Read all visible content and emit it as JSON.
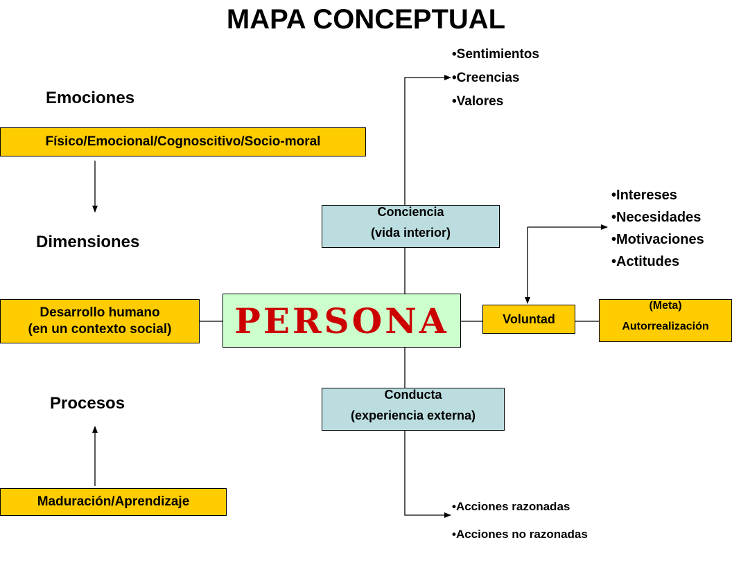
{
  "title": "MAPA CONCEPTUAL",
  "labels": {
    "emociones": "Emociones",
    "dimensiones": "Dimensiones",
    "procesos": "Procesos"
  },
  "boxes": {
    "fisico": "Físico/Emocional/Cognoscitivo/Socio-moral",
    "desarrollo_line1": "Desarrollo humano",
    "desarrollo_line2": "(en un contexto social)",
    "maduracion": "Maduración/Aprendizaje",
    "persona": "PERSONA",
    "conciencia_line1": "Conciencia",
    "conciencia_line2": "(vida interior)",
    "conducta_line1": "Conducta",
    "conducta_line2": "(experiencia externa)",
    "voluntad": "Voluntad",
    "meta_line1": "(Meta)",
    "meta_line2": "Autorrealización"
  },
  "lists": {
    "conciencia_items": [
      "Sentimientos",
      "Creencias",
      "Valores"
    ],
    "voluntad_items": [
      "Intereses",
      "Necesidades",
      "Motivaciones",
      "Actitudes"
    ],
    "conducta_items": [
      "Acciones razonadas",
      "Acciones no razonadas"
    ]
  },
  "colors": {
    "yellow": "#ffcc00",
    "light_blue": "#bbdde0",
    "light_green": "#ccffcc",
    "persona_red": "#cc0000"
  }
}
